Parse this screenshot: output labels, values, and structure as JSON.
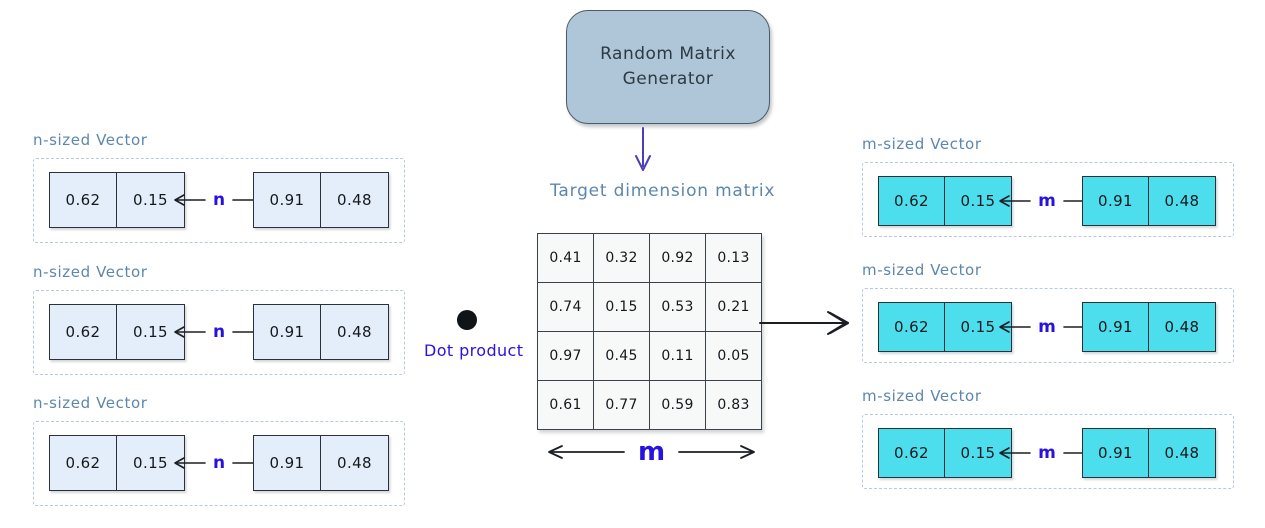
{
  "generator": {
    "line1": "Random Matrix",
    "line2": "Generator"
  },
  "matrix": {
    "label": "Target dimension matrix",
    "rows": [
      [
        "0.41",
        "0.32",
        "0.92",
        "0.13"
      ],
      [
        "0.74",
        "0.15",
        "0.53",
        "0.21"
      ],
      [
        "0.97",
        "0.45",
        "0.11",
        "0.05"
      ],
      [
        "0.61",
        "0.77",
        "0.59",
        "0.83"
      ]
    ],
    "width_marker": "m"
  },
  "operation": {
    "symbol_name": "dot-product-symbol",
    "label": "Dot product"
  },
  "input_vectors": {
    "label": "n-sized Vector",
    "dimension": "n",
    "rows": [
      {
        "left": [
          "0.62",
          "0.15"
        ],
        "right": [
          "0.91",
          "0.48"
        ]
      },
      {
        "left": [
          "0.62",
          "0.15"
        ],
        "right": [
          "0.91",
          "0.48"
        ]
      },
      {
        "left": [
          "0.62",
          "0.15"
        ],
        "right": [
          "0.91",
          "0.48"
        ]
      }
    ]
  },
  "output_vectors": {
    "label": "m-sized Vector",
    "dimension": "m",
    "rows": [
      {
        "left": [
          "0.62",
          "0.15"
        ],
        "right": [
          "0.91",
          "0.48"
        ]
      },
      {
        "left": [
          "0.62",
          "0.15"
        ],
        "right": [
          "0.91",
          "0.48"
        ]
      },
      {
        "left": [
          "0.62",
          "0.15"
        ],
        "right": [
          "0.91",
          "0.48"
        ]
      }
    ]
  },
  "colors": {
    "input_cell": "#e4eefb",
    "output_cell": "#4ddeee",
    "generator_box": "#aec6d8",
    "label_blue": "#5b87ad",
    "accent_blue": "#2912e0",
    "dashed_border": "#b9c9dd",
    "matrix_cell": "#f7f9f9"
  },
  "arrows": {
    "generator_to_matrix": "down-arrow-icon",
    "matrix_to_output": "right-arrow-icon",
    "chevron": "chevron-right-icon"
  }
}
